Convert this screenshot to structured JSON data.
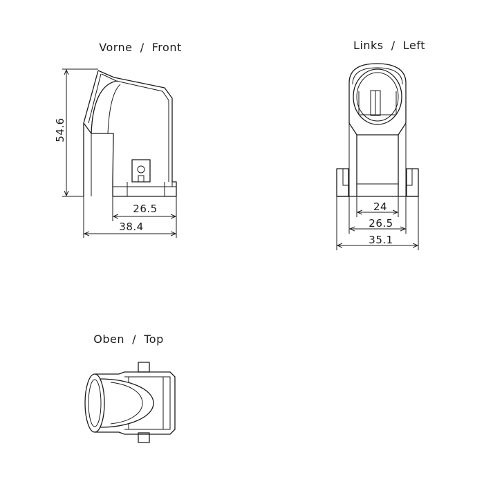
{
  "views": {
    "front": {
      "title": "Vorne  /  Front",
      "dim_height": "54.6",
      "dim_inner_width": "26.5",
      "dim_outer_width": "38.4"
    },
    "left": {
      "title": "Links  /  Left",
      "dim_inner": "24",
      "dim_middle": "26.5",
      "dim_outer": "35.1"
    },
    "top": {
      "title": "Oben  /  Top"
    }
  }
}
